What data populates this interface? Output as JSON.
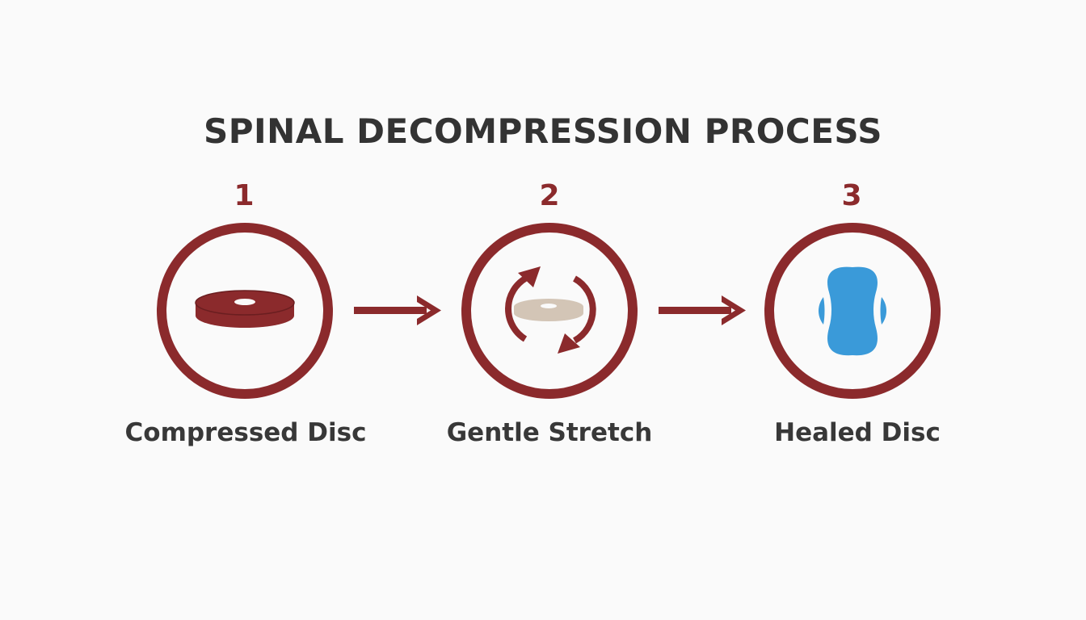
{
  "title": "SPINAL DECOMPRESSION PROCESS",
  "colors": {
    "ring": "#8b2a2c",
    "arrow": "#8b2a2c",
    "title_text": "#333333",
    "label_text": "#383838",
    "compressed_disc": "#8b2a2c",
    "stretch_disc": "#d3c5b6",
    "healed_disc": "#3a9ad9"
  },
  "steps": [
    {
      "number": "1",
      "label": "Compressed Disc",
      "icon": "compressed-disc-icon"
    },
    {
      "number": "2",
      "label": "Gentle Stretch",
      "icon": "stretch-rotate-icon"
    },
    {
      "number": "3",
      "label": "Healed Disc",
      "icon": "healed-disc-icon"
    }
  ],
  "connectors": [
    "arrow-right-icon",
    "arrow-right-icon"
  ]
}
